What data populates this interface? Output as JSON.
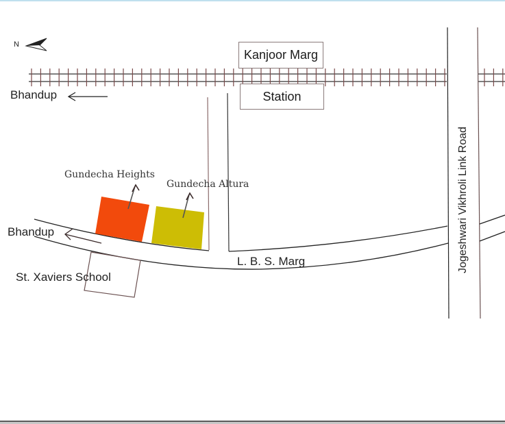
{
  "map": {
    "north_label": "N",
    "station_top_label": "Kanjoor Marg",
    "station_bottom_label": "Station",
    "bhandup_rail_label": "Bhandup",
    "bhandup_road_label": "Bhandup",
    "gundecha_heights_label": "Gundecha Heights",
    "gundecha_altura_label": "Gundecha Altura",
    "school_label": "St. Xaviers School",
    "lbs_marg_label": "L. B. S. Marg",
    "jvlr_label": "Jogeshwari Vikhroli Link Road",
    "colors": {
      "gundecha_heights": "#f24a0c",
      "gundecha_altura": "#cdbd05",
      "rail_ties": "#7a4a4a",
      "road_line": "#222222"
    }
  }
}
